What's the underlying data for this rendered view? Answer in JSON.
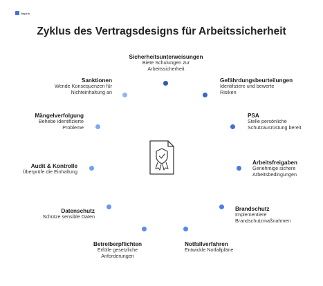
{
  "logo": {
    "text": "Napkin"
  },
  "title": "Zyklus des Vertragsdesigns für Arbeitssicherheit",
  "center_icon": "award-certificate-icon",
  "colors": {
    "dark": "#3459b0",
    "mid": "#4c7fe0",
    "light": "#8fb6f2"
  },
  "items": [
    {
      "title": "Sicherheitsunterweisungen",
      "desc": "Biete Schulungen zur Arbeitssicherheit"
    },
    {
      "title": "Gefährdungsbeurteilungen",
      "desc": "Identifiziere und bewerte Risiken"
    },
    {
      "title": "PSA",
      "desc": "Stelle persönliche Schutzausrüstung bereit"
    },
    {
      "title": "Arbeitsfreigaben",
      "desc": "Genehmige sichere Arbeitsbedingungen"
    },
    {
      "title": "Brandschutz",
      "desc": "Implementiere Brandschutzmaßnahmen"
    },
    {
      "title": "Notfallverfahren",
      "desc": "Entwickle Notfallpläne"
    },
    {
      "title": "Betreiberpflichten",
      "desc": "Erfülle gesetzliche Anforderungen"
    },
    {
      "title": "Datenschutz",
      "desc": "Schütze sensible Daten"
    },
    {
      "title": "Audit & Kontrolle",
      "desc": "Überprüfe die Einhaltung"
    },
    {
      "title": "Mängelverfolgung",
      "desc": "Behebe identifizierte Probleme"
    },
    {
      "title": "Sanktionen",
      "desc": "Wende Konsequenzen für Nichteinhaltung an"
    }
  ]
}
